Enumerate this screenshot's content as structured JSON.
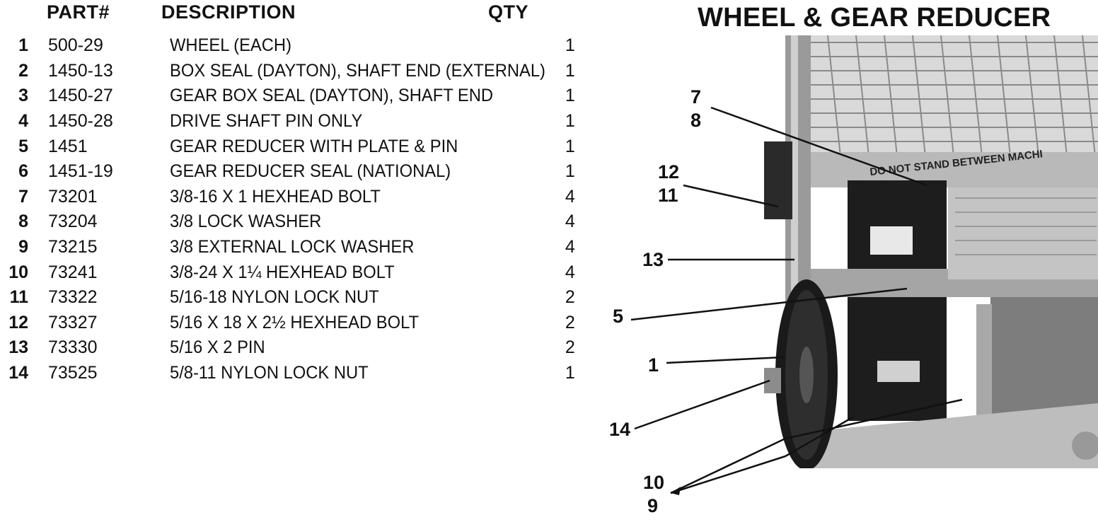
{
  "headers": {
    "part": "PART#",
    "description": "DESCRIPTION",
    "qty": "QTY"
  },
  "parts": [
    {
      "num": "1",
      "part": "500-29",
      "description": "WHEEL (EACH)",
      "qty": "1"
    },
    {
      "num": "2",
      "part": "1450-13",
      "description": "BOX SEAL (DAYTON), SHAFT END (EXTERNAL)",
      "qty": "1"
    },
    {
      "num": "3",
      "part": "1450-27",
      "description": "GEAR BOX SEAL (DAYTON), SHAFT END",
      "qty": "1"
    },
    {
      "num": "4",
      "part": "1450-28",
      "description": "DRIVE SHAFT PIN ONLY",
      "qty": "1"
    },
    {
      "num": "5",
      "part": "1451",
      "description": "GEAR REDUCER WITH PLATE & PIN",
      "qty": "1"
    },
    {
      "num": "6",
      "part": "1451-19",
      "description": "GEAR REDUCER SEAL (NATIONAL)",
      "qty": "1"
    },
    {
      "num": "7",
      "part": "73201",
      "description": "3/8-16 X 1 HEXHEAD BOLT",
      "qty": "4"
    },
    {
      "num": "8",
      "part": "73204",
      "description": "3/8 LOCK WASHER",
      "qty": "4"
    },
    {
      "num": "9",
      "part": "73215",
      "description": "3/8 EXTERNAL LOCK WASHER",
      "qty": "4"
    },
    {
      "num": "10",
      "part": "73241",
      "description": "3/8-24 X 1¼ HEXHEAD BOLT",
      "qty": "4"
    },
    {
      "num": "11",
      "part": "73322",
      "description": "5/16-18 NYLON LOCK NUT",
      "qty": "2"
    },
    {
      "num": "12",
      "part": "73327",
      "description": "5/16 X 18 X 2½ HEXHEAD BOLT",
      "qty": "2"
    },
    {
      "num": "13",
      "part": "73330",
      "description": "5/16 X 2 PIN",
      "qty": "2"
    },
    {
      "num": "14",
      "part": "73525",
      "description": "5/8-11 NYLON LOCK NUT",
      "qty": "1"
    }
  ],
  "diagram": {
    "title": "WHEEL & GEAR REDUCER",
    "machine_label": "DO NOT STAND BETWEEN MACHI",
    "callouts": {
      "c7": "7",
      "c8": "8",
      "c12": "12",
      "c11": "11",
      "c13": "13",
      "c5": "5",
      "c1": "1",
      "c14": "14",
      "c10": "10",
      "c9": "9"
    }
  }
}
